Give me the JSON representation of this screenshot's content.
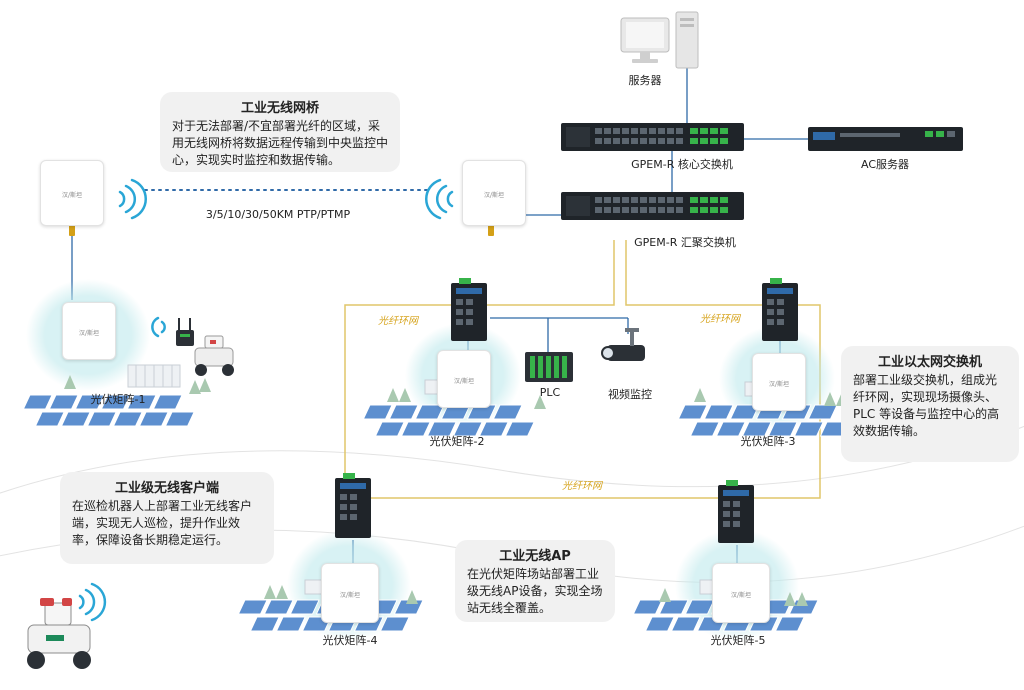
{
  "devices": {
    "server": "服务器",
    "core_switch": "GPEM-R 核心交换机",
    "agg_switch": "GPEM-R 汇聚交换机",
    "ac_server": "AC服务器",
    "plc": "PLC",
    "camera": "视频监控",
    "ap_brand": "汉/斯坦"
  },
  "bridge_link": "3/5/10/30/50KM PTP/PTMP",
  "fiber_ring_label": "光纤环网",
  "arrays": [
    "光伏矩阵-1",
    "光伏矩阵-2",
    "光伏矩阵-3",
    "光伏矩阵-4",
    "光伏矩阵-5"
  ],
  "callouts": {
    "bridge": {
      "title": "工业无线网桥",
      "body": "对于无法部署/不宜部署光纤的区域，采用无线网桥将数据远程传输到中央监控中心，实现实时监控和数据传输。"
    },
    "ethernet": {
      "title": "工业以太网交换机",
      "body": "部署工业级交换机，组成光纤环网，实现现场摄像头、PLC 等设备与监控中心的高效数据传输。"
    },
    "client": {
      "title": "工业级无线客户端",
      "body": "在巡检机器人上部署工业无线客户端，实现无人巡检，提升作业效率，保障设备长期稳定运行。"
    },
    "ap": {
      "title": "工业无线AP",
      "body": "在光伏矩阵场站部署工业级无线AP设备，实现全场站无线全覆盖。"
    }
  },
  "colors": {
    "fiber": "#e0c66a",
    "ethernet": "#2f6aa8",
    "panel": "#5d8fcf",
    "coverage": "#bfe9ec",
    "callout_bg": "#f1f1f1"
  }
}
